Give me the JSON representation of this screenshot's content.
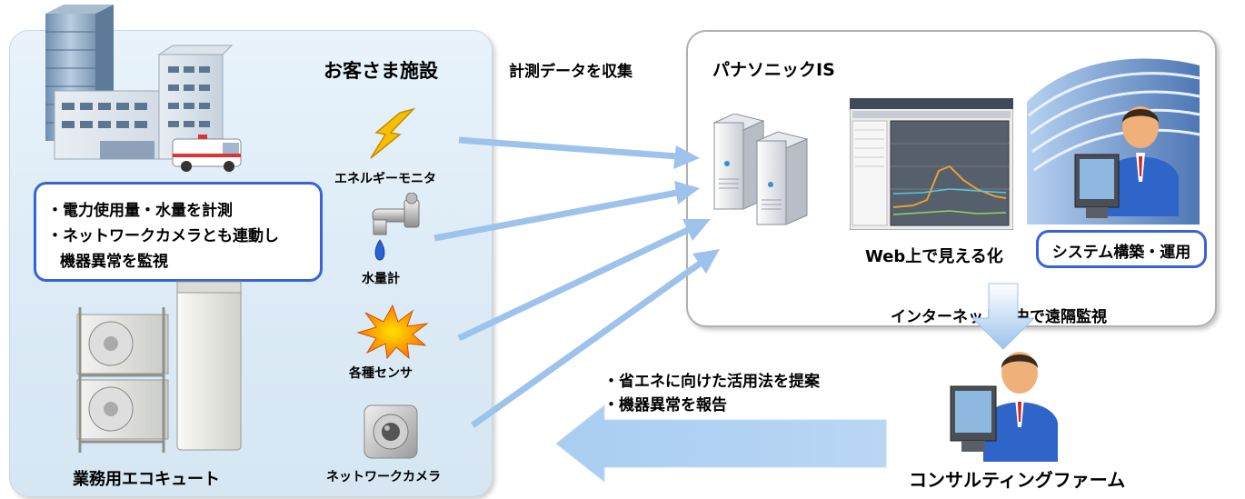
{
  "customer_facility": {
    "title": "お客さま施設",
    "callout_lines": [
      "・電力使用量・水量を計測",
      "・ネットワークカメラとも連動し",
      "機器異常を監視"
    ],
    "devices": {
      "energy_monitor": "エネルギーモニタ",
      "water_meter": "水量計",
      "sensors": "各種センサ",
      "network_camera": "ネットワークカメラ"
    },
    "ecocute": "業務用エコキュート"
  },
  "collect_label": "計測データを収集",
  "panasonic": {
    "title": "パナソニックIS",
    "web_label": "Web上で見える化",
    "system_label": "システム構築・運用"
  },
  "remote_monitor_label": "インターネット経由で遠隔監視",
  "report_lines": [
    "・省エネに向けた活用法を提案",
    "・機器異常を報告"
  ],
  "consulting_label": "コンサルティングファーム",
  "colors": {
    "arrow": "#9dc3ec",
    "callout_border": "#3a62d8"
  }
}
